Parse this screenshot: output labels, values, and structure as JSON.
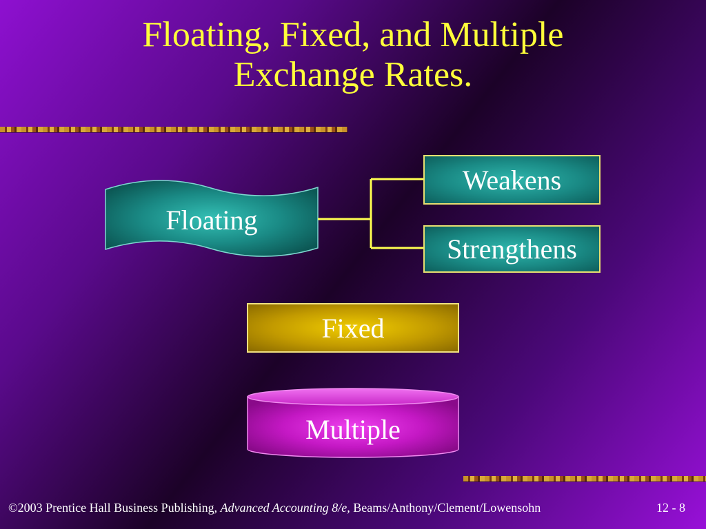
{
  "title": {
    "line1": "Floating, Fixed, and Multiple",
    "line2": "Exchange Rates."
  },
  "nodes": {
    "floating": "Floating",
    "weakens": "Weakens",
    "strengthens": "Strengthens",
    "fixed": "Fixed",
    "multiple": "Multiple"
  },
  "footer": {
    "credit_prefix": "©2003 Prentice Hall Business Publishing, ",
    "credit_book": "Advanced Accounting 8/e,",
    "credit_authors": " Beams/Anthony/Clement/Lowensohn",
    "page": "12 - 8"
  },
  "colors": {
    "title": "#ffff3a",
    "teal": "#1a8a85",
    "gold": "#c29a00",
    "magenta": "#c418c4",
    "connector": "#ffff50"
  }
}
